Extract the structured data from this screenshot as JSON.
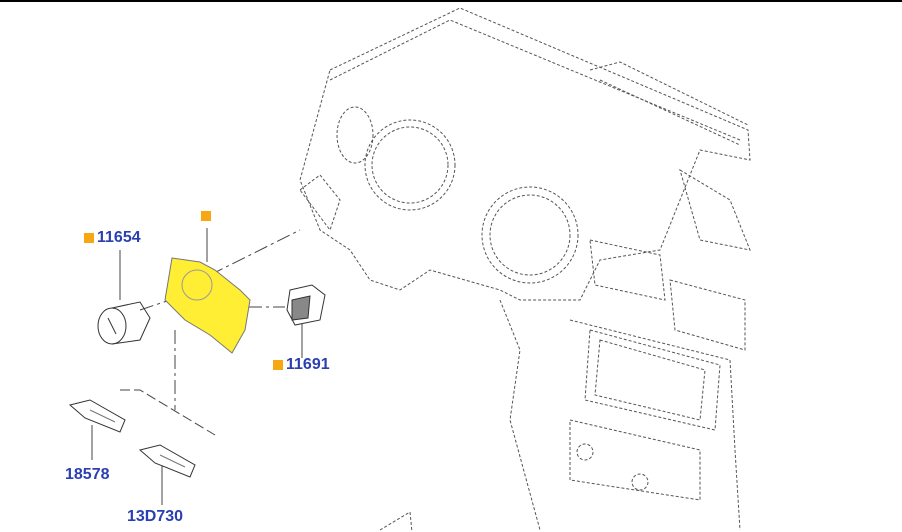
{
  "colors": {
    "highlight": "#ffee33",
    "marker": "#f5a814",
    "label": "#2a3fb0"
  },
  "callouts": [
    {
      "part": "11654",
      "marker": true
    },
    {
      "part": "",
      "marker": true
    },
    {
      "part": "11691",
      "marker": true
    },
    {
      "part": "18578",
      "marker": false
    },
    {
      "part": "13D730",
      "marker": false
    }
  ]
}
